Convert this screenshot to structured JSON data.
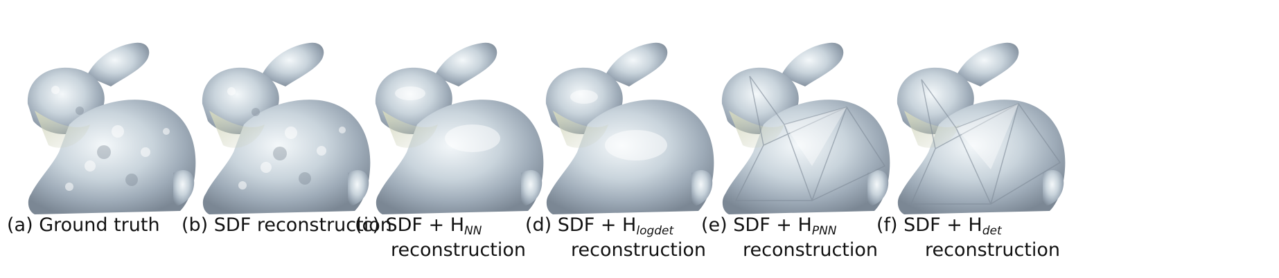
{
  "figure": {
    "panels": [
      {
        "id": "a",
        "caption_line1": "(a) Ground truth",
        "caption_line2": "",
        "style": "bumpy"
      },
      {
        "id": "b",
        "caption_line1": "(b) SDF reconstruction",
        "caption_line2": "",
        "style": "bumpy"
      },
      {
        "id": "c",
        "caption_prefix": "(c) SDF + H",
        "caption_sub": "NN",
        "caption_line2": "reconstruction",
        "style": "smooth"
      },
      {
        "id": "d",
        "caption_prefix": "(d) SDF + H",
        "caption_sub": "logdet",
        "caption_line2": "reconstruction",
        "style": "smooth"
      },
      {
        "id": "e",
        "caption_prefix": "(e) SDF + H",
        "caption_sub": "PNN",
        "caption_line2": "reconstruction",
        "style": "faceted"
      },
      {
        "id": "f",
        "caption_prefix": "(f) SDF + H",
        "caption_sub": "det",
        "caption_line2": "reconstruction",
        "style": "faceted"
      }
    ]
  },
  "colors": {
    "surface_light": "#eef3f6",
    "surface_mid": "#b8c6d2",
    "surface_dark": "#7f8c9a",
    "tint_green": "#c8cba8"
  }
}
